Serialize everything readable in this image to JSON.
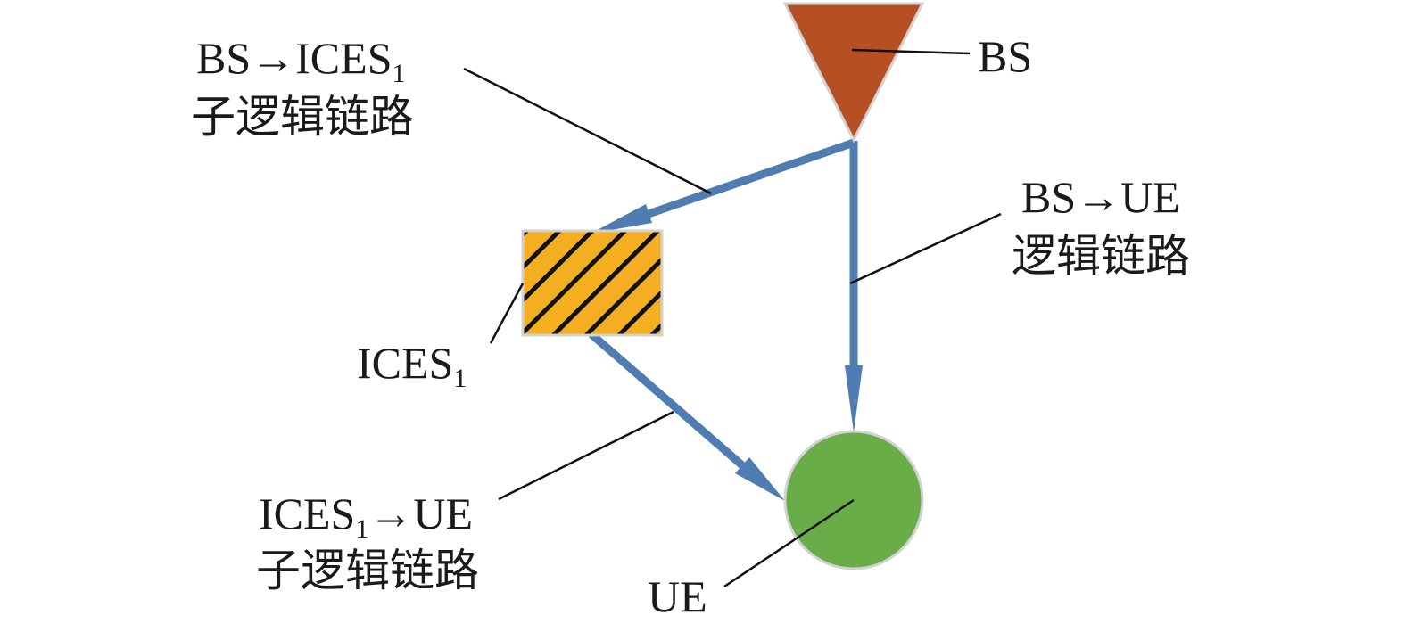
{
  "nodes": {
    "bs": {
      "label": "BS",
      "color": "#b64f24"
    },
    "ices": {
      "label_main": "ICES",
      "label_sub": "1",
      "fill_color": "#f3ae22",
      "stripe_color": "#111111"
    },
    "ue": {
      "label": "UE",
      "color": "#69ad48"
    }
  },
  "links": {
    "bs_to_ices": {
      "line1_part1": "BS→ICES",
      "line1_sub": "1",
      "line2": "子逻辑链路"
    },
    "bs_to_ue": {
      "line1": "BS→UE",
      "line2": "逻辑链路"
    },
    "ices_to_ue": {
      "line1_part1": "ICES",
      "line1_sub": "1",
      "line1_part2": "→UE",
      "line2": "子逻辑链路"
    }
  },
  "colors": {
    "arrow": "#4f7cb1",
    "leader": "#111111",
    "node_border": "#d2d2d2"
  }
}
